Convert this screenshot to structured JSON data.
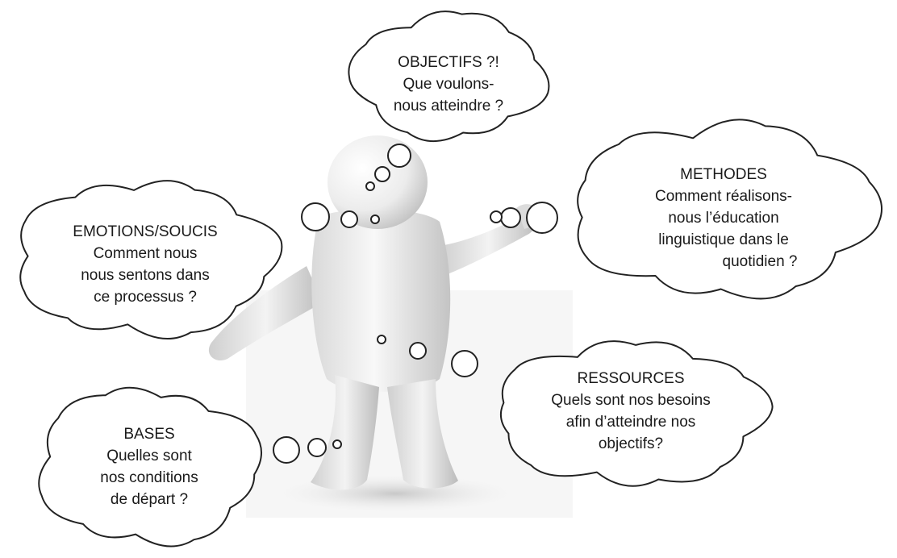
{
  "clouds": {
    "objectifs": {
      "lines": [
        "OBJECTIFS ?!",
        "Que voulons-",
        "nous atteindre ?"
      ]
    },
    "methodes": {
      "lines": [
        "METHODES",
        "Comment réalisons-",
        "nous l’éducation",
        "linguistique dans le",
        "quotidien ?"
      ]
    },
    "emotions": {
      "lines": [
        "EMOTIONS/SOUCIS",
        "Comment nous",
        "nous sentons dans",
        "ce processus ?"
      ]
    },
    "ressources": {
      "lines": [
        "RESSOURCES",
        "Quels sont nos besoins",
        "afin d’atteindre nos",
        "objectifs?"
      ]
    },
    "bases": {
      "lines": [
        "BASES",
        "Quelles sont",
        "nos conditions",
        "de départ ?"
      ]
    }
  },
  "colors": {
    "cloud_stroke": "#222222",
    "cloud_fill": "#ffffff",
    "figure_light": "#f7f7f7",
    "figure_shade": "#c9c9c9",
    "text": "#1a1a1a"
  }
}
